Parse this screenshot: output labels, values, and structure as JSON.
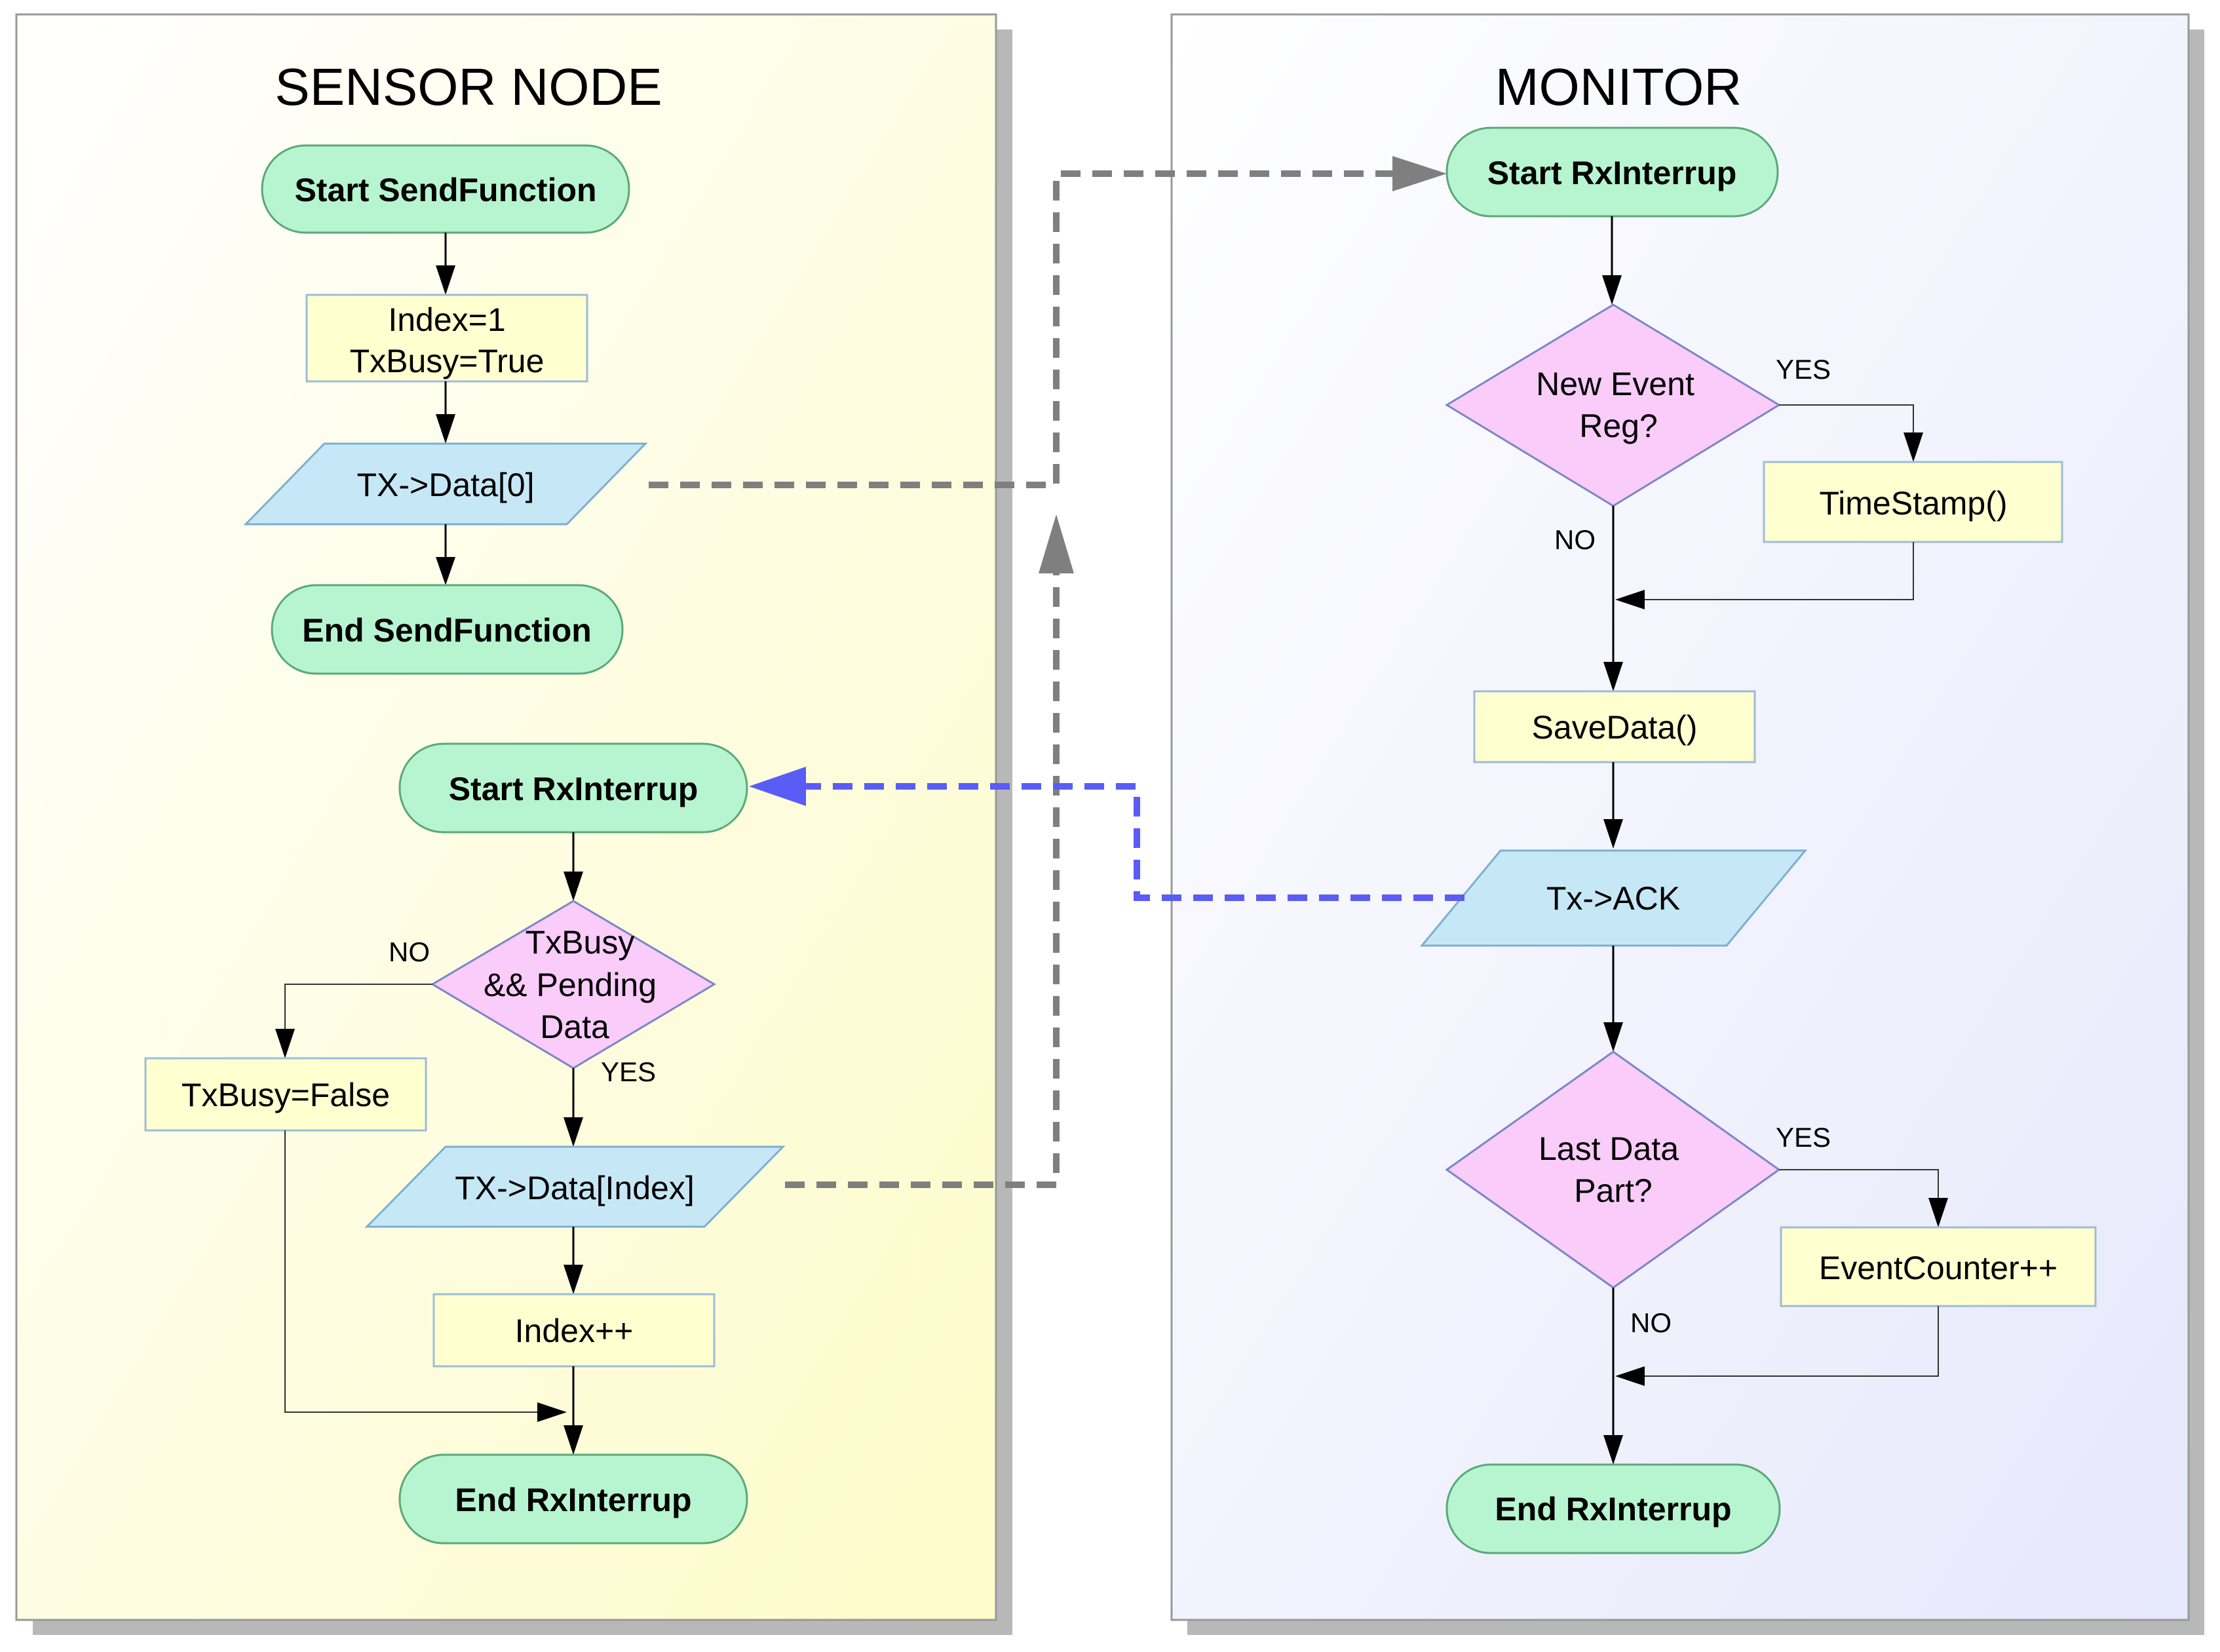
{
  "sensor_node": {
    "title": "SENSOR NODE",
    "send_function": {
      "start": "Start SendFunction",
      "init_line1": "Index=1",
      "init_line2": "TxBusy=True",
      "tx": "TX->Data[0]",
      "end": "End SendFunction"
    },
    "rx_interrupt": {
      "start": "Start RxInterrup",
      "decision_line1": "TxBusy",
      "decision_line2": "&& Pending",
      "decision_line3": "Data",
      "no_label": "NO",
      "yes_label": "YES",
      "busy_false": "TxBusy=False",
      "tx": "TX->Data[Index]",
      "increment": "Index++",
      "end": "End RxInterrup"
    }
  },
  "monitor": {
    "title": "MONITOR",
    "start": "Start RxInterrup",
    "decision1_line1": "New Event",
    "decision1_line2": "Reg?",
    "decision1_yes": "YES",
    "decision1_no": "NO",
    "timestamp": "TimeStamp()",
    "save": "SaveData()",
    "ack": "Tx->ACK",
    "decision2_line1": "Last Data",
    "decision2_line2": "Part?",
    "decision2_yes": "YES",
    "decision2_no": "NO",
    "counter": "EventCounter++",
    "end": "End RxInterrup"
  },
  "colors": {
    "terminal": "#b6f5cf",
    "process": "#ffffd0",
    "io": "#c6e8f6",
    "decision": "#f9ccfa",
    "data_link": "#7f7f7f",
    "ack_link": "#5a5cf6"
  }
}
